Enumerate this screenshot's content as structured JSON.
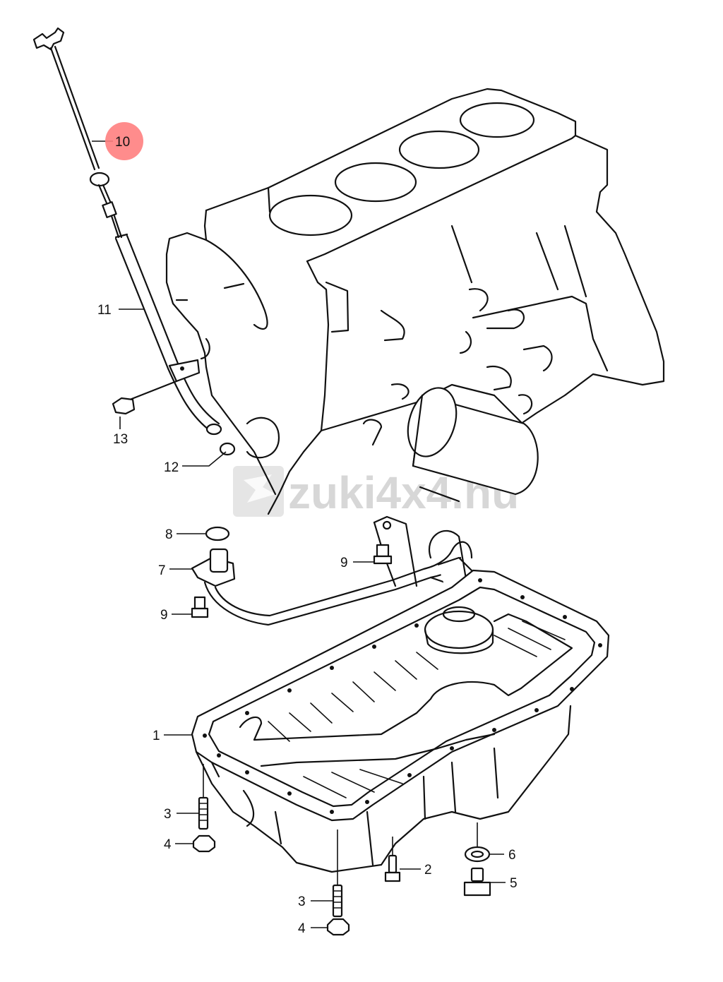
{
  "watermark": {
    "text": "zuki4x4.hu"
  },
  "highlight_color": "#ff8080",
  "callouts": {
    "p1": "1",
    "p2": "2",
    "p3a": "3",
    "p3b": "3",
    "p4a": "4",
    "p4b": "4",
    "p5": "5",
    "p6": "6",
    "p7": "7",
    "p8": "8",
    "p9a": "9",
    "p9b": "9",
    "p10": "10",
    "p11": "11",
    "p12": "12",
    "p13": "13"
  }
}
